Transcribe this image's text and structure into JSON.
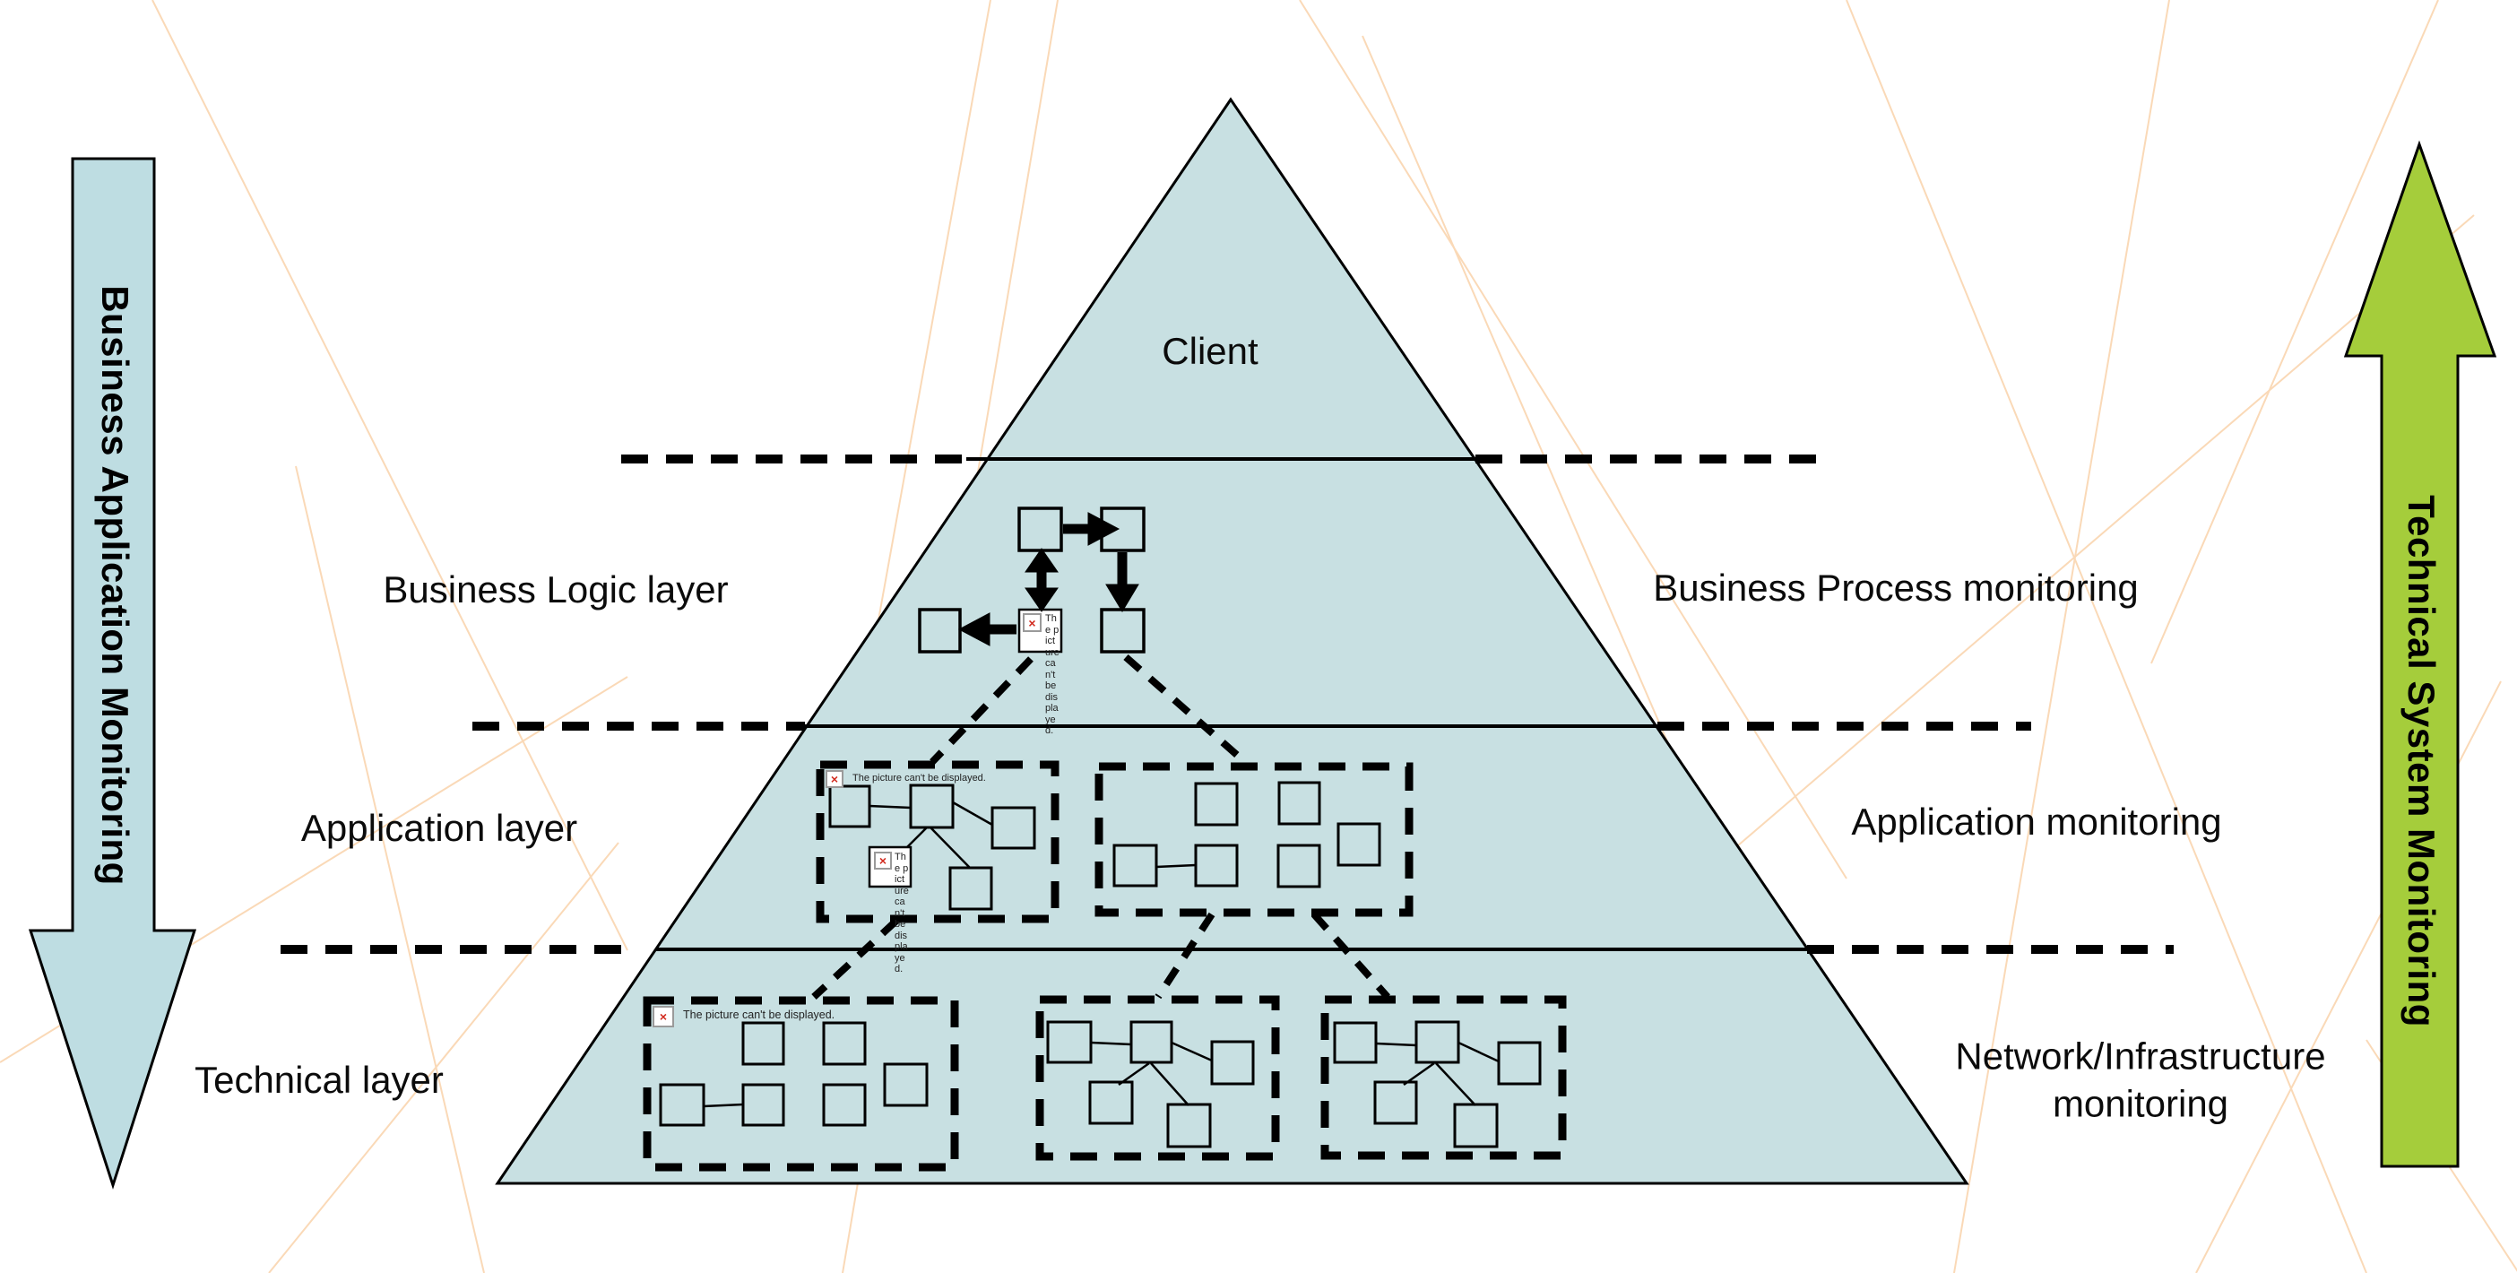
{
  "diagram": {
    "client_label": "Client",
    "layer_labels": {
      "business_logic": "Business Logic layer",
      "application": "Application layer",
      "technical": "Technical layer"
    },
    "monitoring_labels": {
      "business_process": "Business Process monitoring",
      "application": "Application monitoring",
      "network_infrastructure": "Network/Infrastructure monitoring"
    },
    "left_arrow": {
      "label": "Business Application Monitoring"
    },
    "right_arrow": {
      "label": "Technical System Monitoring"
    },
    "broken_image": {
      "text": "The picture can't be displayed.",
      "icon_glyph": "×"
    },
    "colors": {
      "triangle_fill": "#c8e0e2",
      "left_arrow_fill": "#bedde2",
      "right_arrow_fill": "#a5cd3b",
      "line_black": "#000000",
      "background_line": "#fad9b7",
      "broken_red": "#d22b1f"
    }
  }
}
